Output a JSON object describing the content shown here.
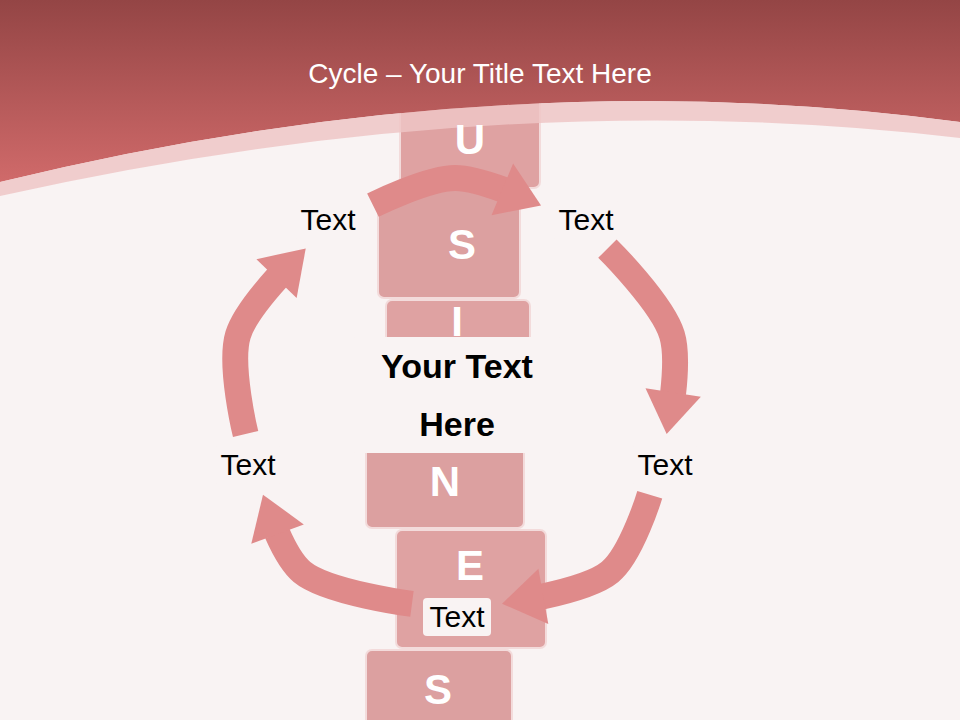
{
  "diagram": {
    "title": "Cycle – Your Title Text Here",
    "nodes": [
      {
        "text": [
          "Text"
        ]
      },
      {
        "text": [
          "Text"
        ]
      },
      {
        "text": [
          "Your Text Here"
        ]
      },
      {
        "text": [
          "Text"
        ]
      },
      {
        "text": [
          "Text"
        ]
      },
      {
        "text": [
          "Text"
        ]
      }
    ],
    "edges": [
      {
        "from": 0,
        "to": 1,
        "arrow": "to"
      },
      {
        "from": 1,
        "to": 4,
        "arrow": "to"
      },
      {
        "from": 4,
        "to": 5,
        "arrow": "to"
      },
      {
        "from": 5,
        "to": 3,
        "arrow": "to"
      },
      {
        "from": 3,
        "to": 0,
        "arrow": "to"
      }
    ],
    "labels": [
      "U",
      "S",
      "I",
      "N",
      "E",
      "S"
    ]
  }
}
